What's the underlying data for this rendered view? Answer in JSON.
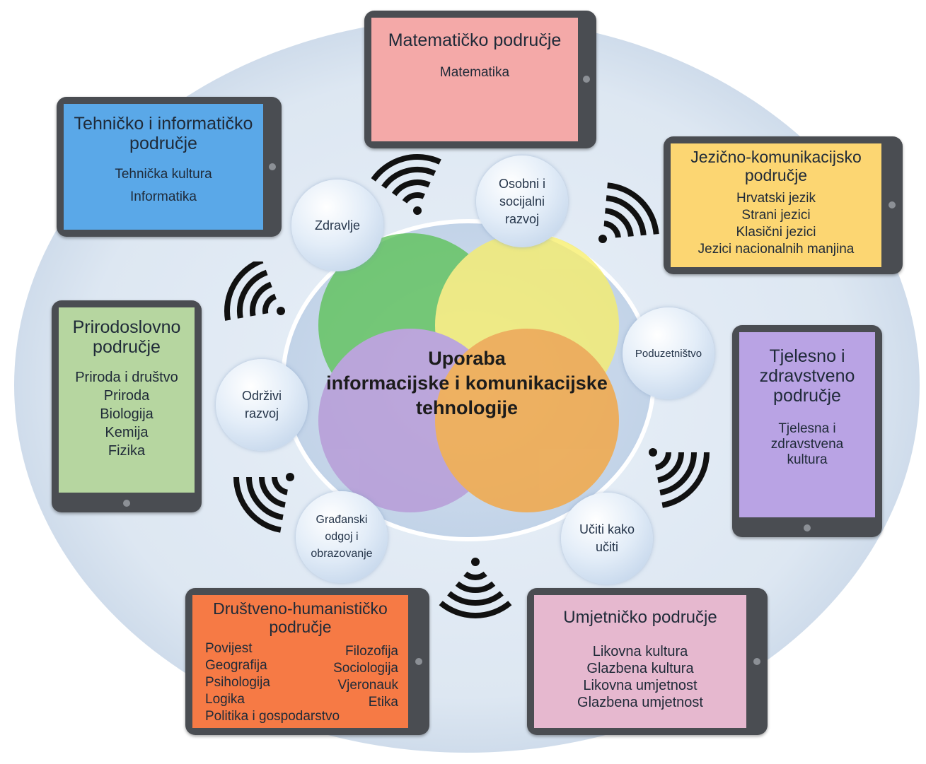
{
  "center": {
    "line1": "Uporaba",
    "line2": "informacijske i komunikacijske",
    "line3": "tehnologije"
  },
  "areas": {
    "math": {
      "title1": "Matematičko područje",
      "items": [
        "Matematika"
      ],
      "color": "#f4a9a8"
    },
    "tech": {
      "title1": "Tehničko i informatičko",
      "title2": "područje",
      "items": [
        "Tehnička kultura",
        "Informatika"
      ],
      "color": "#5aa8e8"
    },
    "lang": {
      "title1": "Jezično-komunikacijsko",
      "title2": "područje",
      "items": [
        "Hrvatski jezik",
        "Strani jezici",
        "Klasični jezici",
        "Jezici nacionalnih manjina"
      ],
      "color": "#fcd672"
    },
    "nature": {
      "title1": "Prirodoslovno",
      "title2": "područje",
      "items": [
        "Priroda i društvo",
        "Priroda",
        "Biologija",
        "Kemija",
        "Fizika"
      ],
      "color": "#b6d6a0"
    },
    "pe": {
      "title1": "Tjelesno i",
      "title2": "zdravstveno",
      "title3": "područje",
      "items": [
        "Tjelesna i",
        "zdravstvena",
        "kultura"
      ],
      "color": "#b9a3e4"
    },
    "soc": {
      "title1": "Društveno-humanističko",
      "title2": "područje",
      "left_items": [
        "Povijest",
        "Geografija",
        "Psihologija",
        "Logika"
      ],
      "right_items": [
        "Filozofija",
        "Sociologija",
        "Vjeronauk",
        "Etika"
      ],
      "bottom_item": "Politika i gospodarstvo",
      "color": "#f67a45"
    },
    "art": {
      "title1": "Umjetničko područje",
      "items": [
        "Likovna kultura",
        "Glazbena kultura",
        "Likovna umjetnost",
        "Glazbena umjetnost"
      ],
      "color": "#e6b8cf"
    }
  },
  "themes": {
    "zdravlje": [
      "Zdravlje"
    ],
    "osobni": [
      "Osobni i",
      "socijalni",
      "razvoj"
    ],
    "poduzetnistvo": [
      "Poduzetništvo"
    ],
    "odrzivi": [
      "Održivi",
      "razvoj"
    ],
    "gradjanski": [
      "Građanski",
      "odgoj i",
      "obrazovanje"
    ],
    "uciti": [
      "Učiti kako",
      "učiti"
    ]
  },
  "venn_colors": {
    "green": "#5cc257",
    "yellow": "#f7ee6a",
    "purple": "#b697d6",
    "orange": "#f6a43a"
  }
}
